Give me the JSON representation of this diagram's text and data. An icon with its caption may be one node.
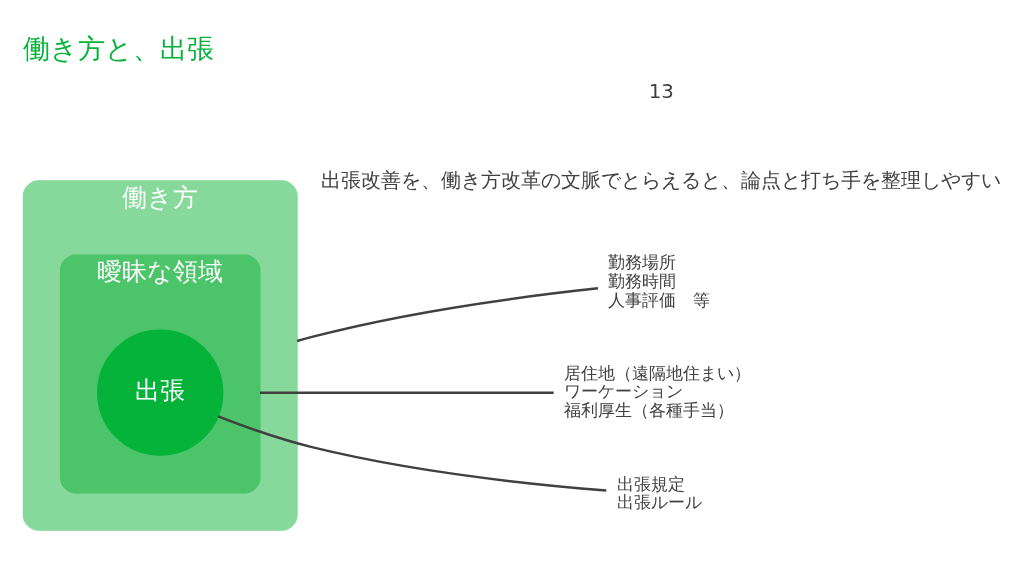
{
  "diagram": {
    "title": "働き方と、出張",
    "nodes": [
      {
        "text": [
          "働き方"
        ]
      },
      {
        "text": [
          "曖昧な領域"
        ],
        "in": 0
      },
      {
        "text": [
          "出張"
        ],
        "in": 1
      },
      {
        "text": [
          "勤務場所",
          "勤務時間",
          "人事評価　等"
        ]
      },
      {
        "text": [
          "居住地（遠隔地住まい）",
          "ワーケーション",
          "福利厚生（各種手当）"
        ]
      },
      {
        "text": [
          "出張規定",
          "出張ルール"
        ]
      }
    ],
    "edges": [
      {
        "from": 3,
        "to": 0,
        "arrow": "none"
      },
      {
        "from": 4,
        "to": 1,
        "arrow": "none"
      },
      {
        "from": 5,
        "to": 2,
        "arrow": "none"
      }
    ],
    "labels": [
      "出張改善を、働き方改革の文脈でとらえると、論点と打ち手を整理しやすい",
      "13"
    ]
  }
}
